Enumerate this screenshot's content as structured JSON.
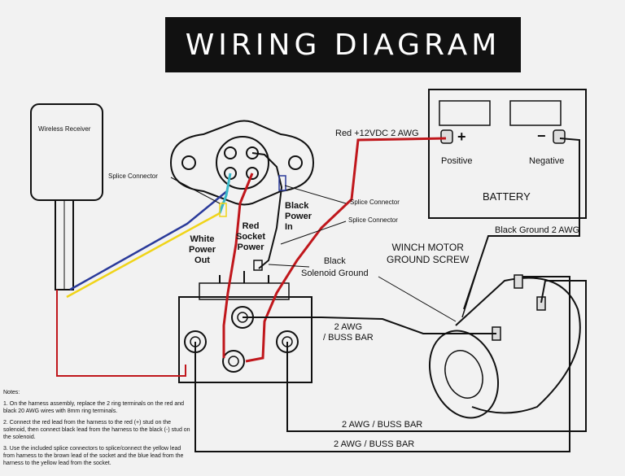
{
  "title": "WIRING DIAGRAM",
  "labels": {
    "wireless_receiver": "Wireless Receiver",
    "splice_connector_left": "Splice Connector",
    "splice_connector_right_1": "Splice Connector",
    "splice_connector_right_2": "Splice Connector",
    "white_power_out": "White\nPower\nOut",
    "red_socket_power": "Red\nSocket\nPower",
    "black_power_in": "Black\nPower\nIn",
    "black_solenoid_ground": "Black\nSolenoid Ground",
    "red_12vdc": "Red +12VDC 2 AWG",
    "positive_sign": "+",
    "negative_sign": "−",
    "positive": "Positive",
    "negative": "Negative",
    "battery": "BATTERY",
    "black_ground": "Black Ground 2 AWG",
    "winch_motor_ground_screw": "WINCH MOTOR\nGROUND SCREW",
    "buss_bar_1": "2 AWG\n/ BUSS BAR",
    "buss_bar_2": "2 AWG / BUSS BAR",
    "buss_bar_3": "2 AWG / BUSS BAR"
  },
  "notes": {
    "heading": "Notes:",
    "items": [
      "1. On the harness assembly, replace the 2 ring terminals on the red and black 20 AWG wires with 8mm ring terminals.",
      "2. Connect the red lead from the harness to the red (+) stud on the solenoid, then connect black lead from the harness to the black (-) stud on the solenoid.",
      "3. Use the included splice connectors to splice/connect the yellow lead from harness to the brown lead of the socket and the blue lead from the harness to the yellow lead from the socket."
    ]
  },
  "colors": {
    "red_wire": "#c0171c",
    "black_wire": "#111111",
    "blue_wire": "#2a3a9a",
    "yellow_wire": "#f0d419",
    "cyan_wire": "#3ab8c8",
    "title_bg": "#111111"
  }
}
